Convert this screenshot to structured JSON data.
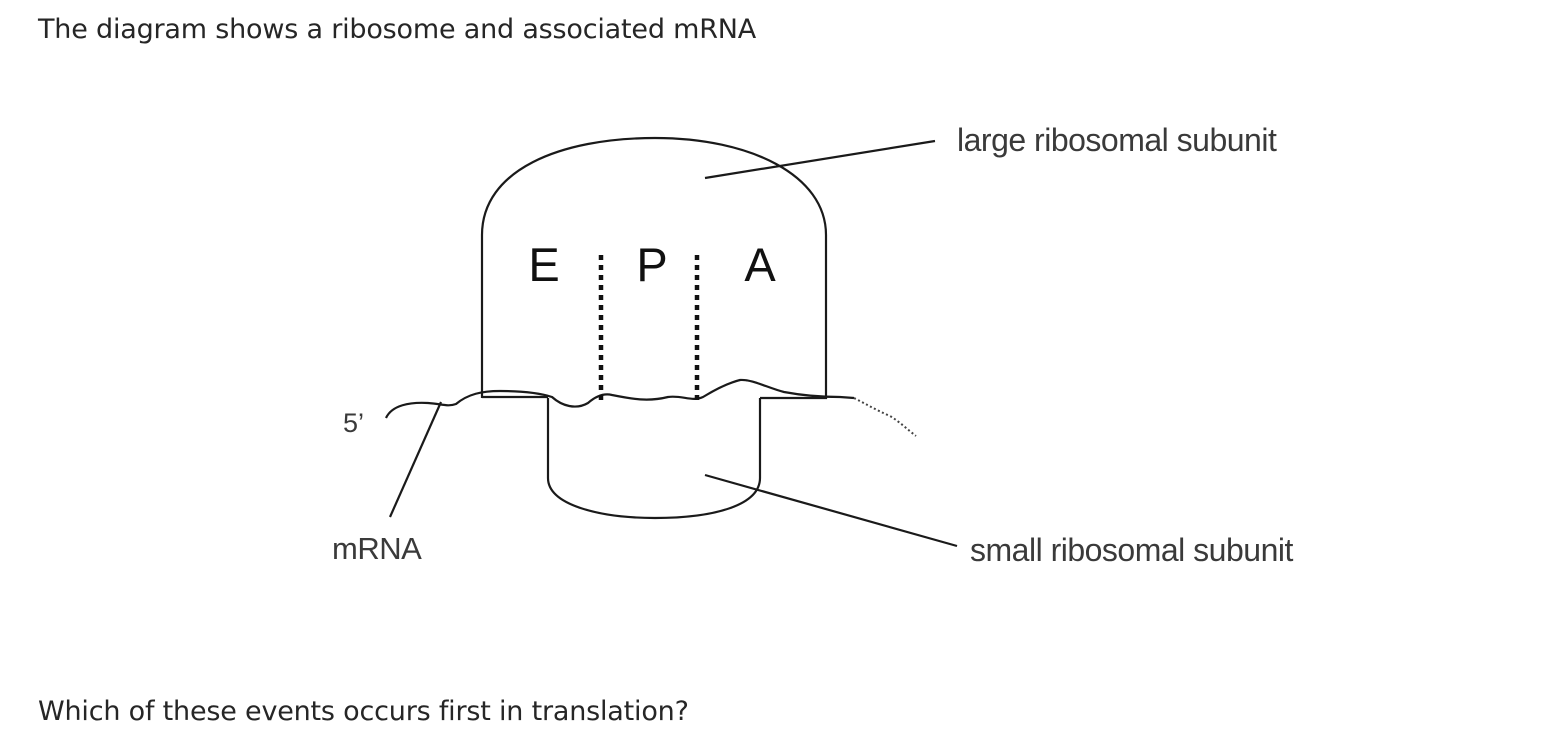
{
  "intro": "The diagram shows a ribosome and associated mRNA",
  "question": "Which of these events occurs first in translation?",
  "diagram": {
    "labels": {
      "large_subunit": "large ribosomal subunit",
      "small_subunit": "small ribosomal subunit",
      "mrna": "mRNA",
      "five_prime": "5’"
    },
    "sites": {
      "e": "E",
      "p": "P",
      "a": "A"
    }
  }
}
